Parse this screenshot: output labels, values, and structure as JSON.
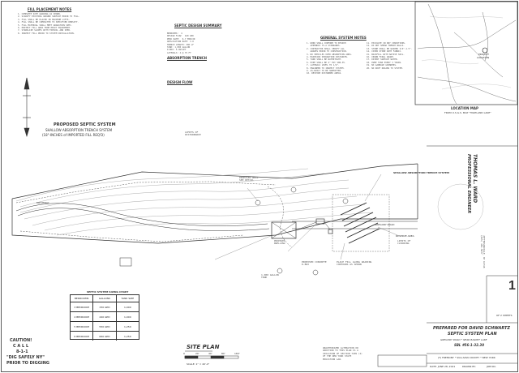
{
  "fill_notes": {
    "heading": "FILL PLACEMENT NOTES",
    "body": "1. COMPLETE SITE GRADING AS SHOWN.\n2. SCARIFY EXISTING GROUND SURFACE PRIOR TO FILL.\n3. FILL SHALL BE PLACED IN MAXIMUM LIFTS.\n4. FILL SHALL BE COMPACTED TO SPECIFIED DENSITY.\n5. FILL MATERIAL SHALL MEET GRADATION SPEC.\n6. PROTECT FILL AREA FROM HEAVY EQUIPMENT.\n7. STABILIZE SLOPES WITH TOPSOIL AND SEED.\n8. INSPECT FILL PRIOR TO SYSTEM INSTALLATION."
  },
  "system_notes": {
    "heading1": "SEPTIC DESIGN SUMMARY",
    "heading2": "ABSORPTION TRENCH",
    "heading3": "DESIGN FLOW",
    "body": "BEDROOMS:  4\nDESIGN FLOW:  440 GPD\nPERC RATE:  6-7 MIN/IN\nAPPLICATION RATE: 1.0\nTRENCH LENGTH: 300 LF\nTANK: 1,000 GALLON\nD-BOX: 6 OUTLET\nLATERALS: 4 @ 75 FT"
  },
  "general_notes": {
    "heading": "GENERAL SYSTEM NOTES",
    "body_left": "1. WORK SHALL CONFORM TO NYSDOH\n   APPENDIX 75-A STANDARDS.\n2. CONTRACTOR SHALL VERIFY ALL\n   GRADES PRIOR TO CONSTRUCTION.\n3. NO VEHICLES OVER ABSORPTION AREA.\n4. MAINTAIN SEPARATION DISTANCES.\n5. TANK SHALL BE WATERTIGHT.\n6. PIPE SHALL BE 4\" PVC SDR-35.\n7. LATERALS LEVEL TO 1/4\".\n8. ENGINEER TO INSPECT SYSTEM.\n9. AS-BUILT TO BE SUBMITTED.\n10. RESTORE DISTURBED AREAS.",
    "body_right": "11. EXCAVATE IN DRY CONDITIONS.\n12. DO NOT SMEAR TRENCH WALLS.\n13. STONE SHALL BE WASHED 3/4\"-1.5\".\n14. COVER STONE WITH FABRIC.\n15. BACKFILL WITH NATIVE SOIL.\n16. CROWN FINAL GRADE.\n17. DIVERT SURFACE WATER.\n18. PUMP TANK EVERY 3 YEARS.\n19. NO GARBAGE GRINDERS.\n20. NO ROOF DRAINS TO SYSTEM."
  },
  "location_map": {
    "caption": "LOCATION MAP",
    "source": "FROM U.S.G.S. MAP \"HIGHLAND LAKE\"",
    "label_project": "PROJECT",
    "label_location": "LOCATION"
  },
  "callouts": {
    "proposed_system_title": "PROPOSED SEPTIC SYSTEM",
    "proposed_system_sub1": "SHALLOW ABSORPTION TRENCH SYSTEM",
    "proposed_system_sub2": "(18\"-INCHES of IMPORTED FILL REQ'D)",
    "limits_fill": "LIMITS OF\nDISTURBANCE",
    "proposed_well": "PROPOSED WELL\nSEE DETAIL",
    "trench_area": "SHALLOW ABSORPTION TRENCH SYSTEM",
    "building": "PROPOSED\nDWELLING",
    "tank": "1,000 GALLON\nTANK",
    "dbox": "PROPOSED CONCRETE\nD-BOX",
    "fill_grade": "PLACE FILL ALONG GRADING\nCONTOURS AS SHOWN",
    "driveway": "DRIVEWAY",
    "road": "GREGORY ROAD",
    "limits_clearing": "LIMITS OF\nCLEARING",
    "reserve": "RESERVE AREA"
  },
  "table": {
    "title": "SEPTIC SYSTEM SIZING CHART",
    "headers": [
      "BEDROOMS",
      "GALLONS",
      "TANK SIZE"
    ],
    "rows": [
      [
        "3 BEDROOM",
        "330 GPD",
        "1,000"
      ],
      [
        "4 BEDROOM",
        "440 GPD",
        "1,000"
      ],
      [
        "5 BEDROOM",
        "550 GPD",
        "1,250"
      ],
      [
        "6 BEDROOM",
        "660 GPD",
        "1,250"
      ]
    ]
  },
  "caution": {
    "line1": "CAUTION!",
    "line2": "C A L L",
    "line3": "8-1-1",
    "line4": "\"DIG SAFELY NY\"",
    "line5": "PRIOR TO DIGGING"
  },
  "site_plan": {
    "label": "SITE PLAN",
    "scale": "SCALE: 1\" = 40'-0\"",
    "scale_ticks": [
      "0",
      "20'",
      "40'",
      "80'",
      "160'"
    ]
  },
  "unauthorized_note": "UNAUTHORIZED ALTERATION OR\nADDITION TO THIS PLAN IS A\nVIOLATION OF SECTION 7209 (2)\nOF THE NEW YORK STATE\nEDUCATION LAW.",
  "title_block": {
    "engineer": "THOMAS L. WARD",
    "engineer_title": "PROFESSIONAL ENGINEER",
    "firm_address": "JEFFERSONVILLE, NY 12748\n(845) 482-5837",
    "prepared_for": "PREPARED FOR DAVID SCHWARTZ",
    "plan_name": "SEPTIC SYSTEM PLAN",
    "location": "GREGORY ROAD * NEAR BASKET LAKE",
    "sbl": "SBL #56-1-32.30",
    "town": "(T) FREMONT * SULLIVAN COUNTY * NEW YORK",
    "sheet_number": "1",
    "sheet_of": "OF  2  SHEETS",
    "date": "DATE:   JUNE 28, 2021",
    "drawn": "DRAWN BY:",
    "job": "JOB NO."
  },
  "colors": {
    "line": "#333333",
    "contour": "#888888",
    "paper": "#ffffff"
  }
}
